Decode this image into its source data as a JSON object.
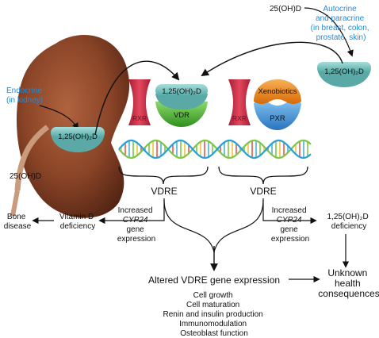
{
  "labels": {
    "top_25ohd": "25(OH)D",
    "autocrine_lines": [
      "Autocrine",
      "and paracrine",
      "(in breast, colon,",
      "prostate, skin)"
    ],
    "endocrine_lines": [
      "Endocrine",
      "(in kidney)"
    ],
    "kidney_25ohd": "25(OH)D",
    "left_vdre": "VDRE",
    "right_vdre": "VDRE",
    "left_increased_lines": [
      "Increased",
      "CYP24",
      "gene",
      "expression"
    ],
    "right_increased_lines": [
      "Increased",
      "CYP24",
      "gene",
      "expression"
    ],
    "vitd_lines": [
      "Vitamin D",
      "deficiency"
    ],
    "bone_lines": [
      "Bone",
      "disease"
    ],
    "deficiency_lines": [
      "1,25(OH)₂D",
      "deficiency"
    ],
    "unknown_lines": [
      "Unknown",
      "health",
      "consequences"
    ],
    "altered_title": "Altered VDRE gene expression",
    "effects": [
      "Cell growth",
      "Cell maturation",
      "Renin and insulin production",
      "Immunomodulation",
      "Osteoblast function"
    ]
  },
  "molecules": {
    "kidney_dihydroxy": "1,25(OH)₂D",
    "autocrine_dihydroxy": "1,25(OH)₂D",
    "vdr_ligand": "1,25(OH)₂D",
    "vdr": "VDR",
    "rxr_left": "RXR",
    "rxr_right": "RXR",
    "xenobiotics": "Xenobiotics",
    "pxr": "PXR"
  },
  "colors": {
    "kidney": "#7a3a22",
    "teal_pill": "#7cc7c4",
    "vdr_green": "#5fbf3a",
    "rxr_red": "#d8344c",
    "xeno_orange": "#f08a1c",
    "pxr_blue": "#4a9de0",
    "label_blue": "#1f8ad8"
  }
}
